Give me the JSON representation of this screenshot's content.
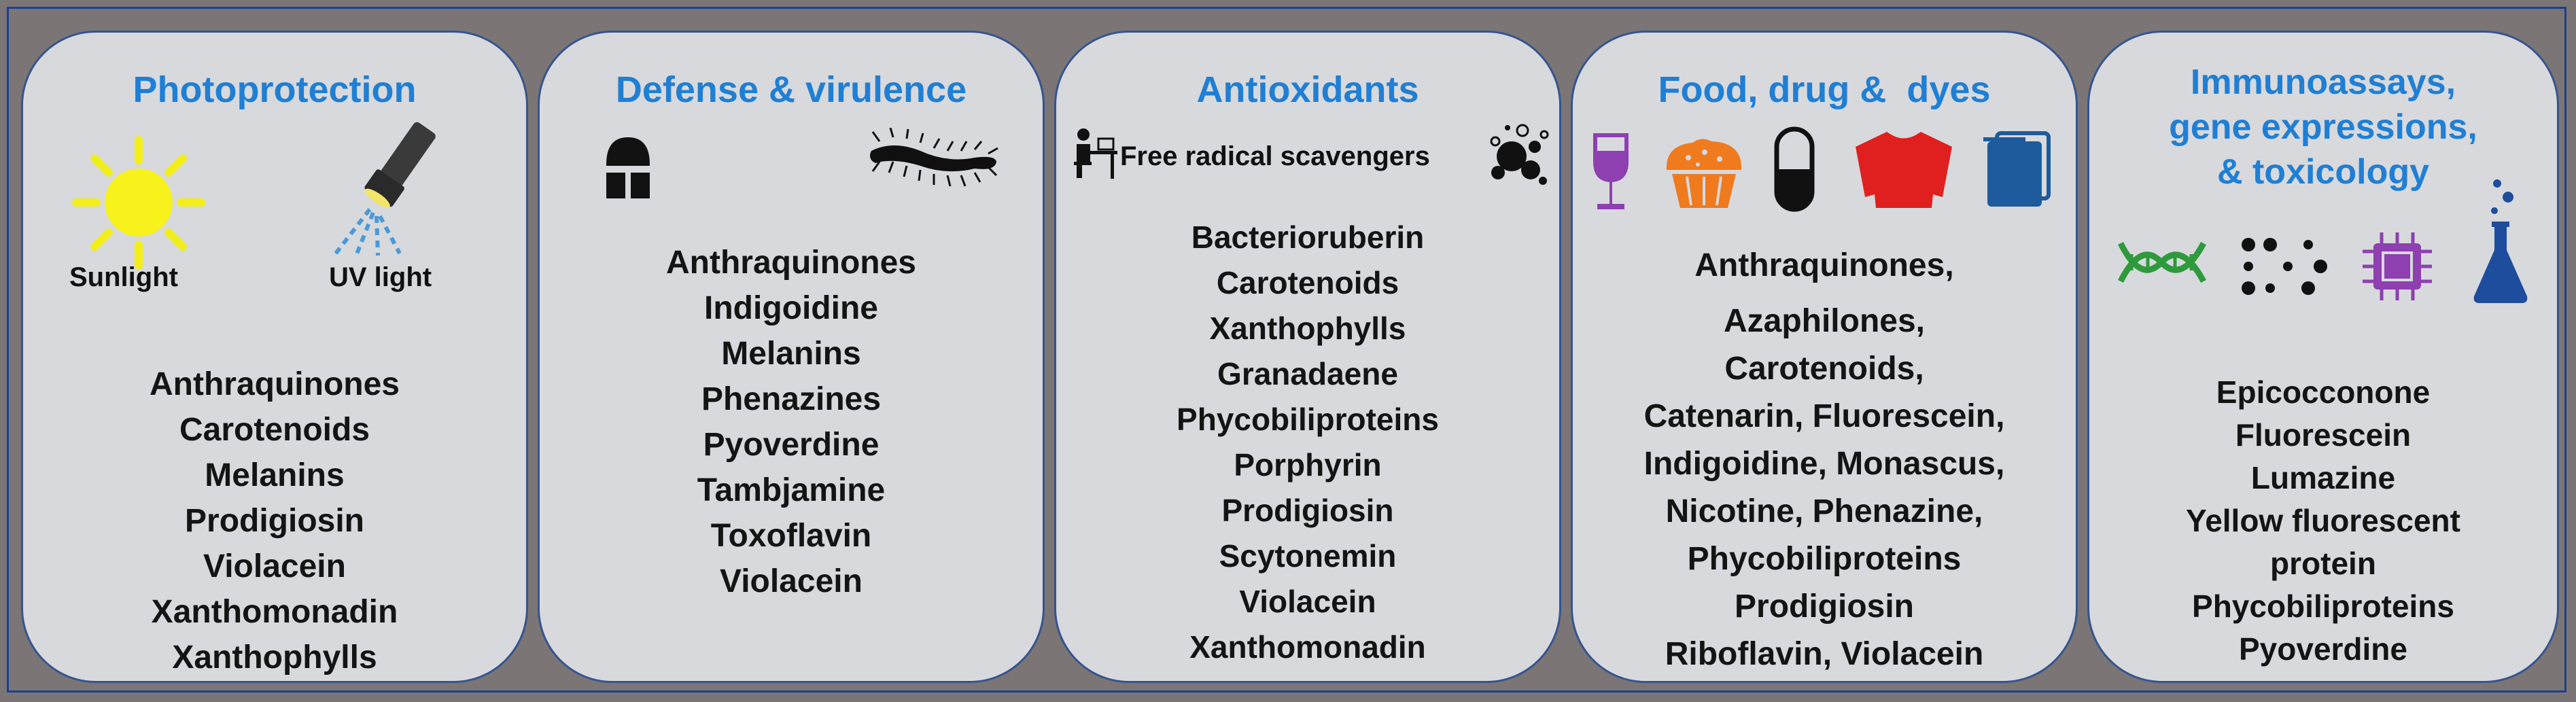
{
  "panels": [
    {
      "title": "Photoprotection",
      "icons": [
        {
          "name": "sun-icon",
          "label": "Sunlight"
        },
        {
          "name": "flashlight-icon",
          "label": "UV light"
        }
      ],
      "items": [
        "Anthraquinones",
        "Carotenoids",
        "Melanins",
        "Prodigiosin",
        "Violacein",
        "Xanthomonadin",
        "Xanthophylls"
      ]
    },
    {
      "title": "Defense & virulence",
      "icons": [
        {
          "name": "knight-helmet-icon"
        },
        {
          "name": "bacterium-icon"
        }
      ],
      "items": [
        "Anthraquinones",
        "Indigoidine",
        "Melanins",
        "Phenazines",
        "Pyoverdine",
        "Tambjamine",
        "Toxoflavin",
        "Violacein"
      ]
    },
    {
      "title": "Antioxidants",
      "icons": [
        {
          "name": "person-at-desk-icon"
        },
        {
          "name": "molecules-icon"
        }
      ],
      "subtitle": "Free radical scavengers",
      "items": [
        "Bacterioruberin",
        "Carotenoids",
        "Xanthophylls",
        "Granadaene",
        "Phycobiliproteins",
        "Porphyrin",
        "Prodigiosin",
        "Scytonemin",
        "Violacein",
        "Xanthomonadin"
      ]
    },
    {
      "title": "Food, drug &  dyes",
      "icons": [
        {
          "name": "wine-glass-icon",
          "color": "#8e3fb0"
        },
        {
          "name": "muffin-icon",
          "color": "#f07a1e"
        },
        {
          "name": "capsule-icon",
          "color": "#111111"
        },
        {
          "name": "shirt-icon",
          "color": "#e0201e"
        },
        {
          "name": "towel-icon",
          "color": "#1d5b9c"
        }
      ],
      "items": [
        "Anthraquinones,",
        "Azaphilones,",
        "Carotenoids,",
        "Catenarin, Fluorescein,",
        "Indigoidine, Monascus,",
        "Nicotine, Phenazine,",
        "Phycobiliproteins",
        "Prodigiosin",
        "Riboflavin, Violacein"
      ]
    },
    {
      "title": "Immunoassays,\ngene expressions,\n& toxicology",
      "icons": [
        {
          "name": "dna-icon",
          "color": "#2e9a3c"
        },
        {
          "name": "dot-matrix-icon",
          "color": "#111111"
        },
        {
          "name": "microchip-icon",
          "color": "#8e3fb0"
        },
        {
          "name": "flask-icon",
          "color": "#1d4d9c"
        }
      ],
      "items": [
        "Epicocconone",
        "Fluorescein",
        "Lumazine",
        "Yellow fluorescent",
        "protein",
        "Phycobiliproteins",
        "Pyoverdine"
      ]
    }
  ],
  "colors": {
    "background": "#7b7675",
    "panel": "#d8d9dd",
    "panel_border": "#35548f",
    "title": "#1f7fd4",
    "text": "#141414"
  }
}
